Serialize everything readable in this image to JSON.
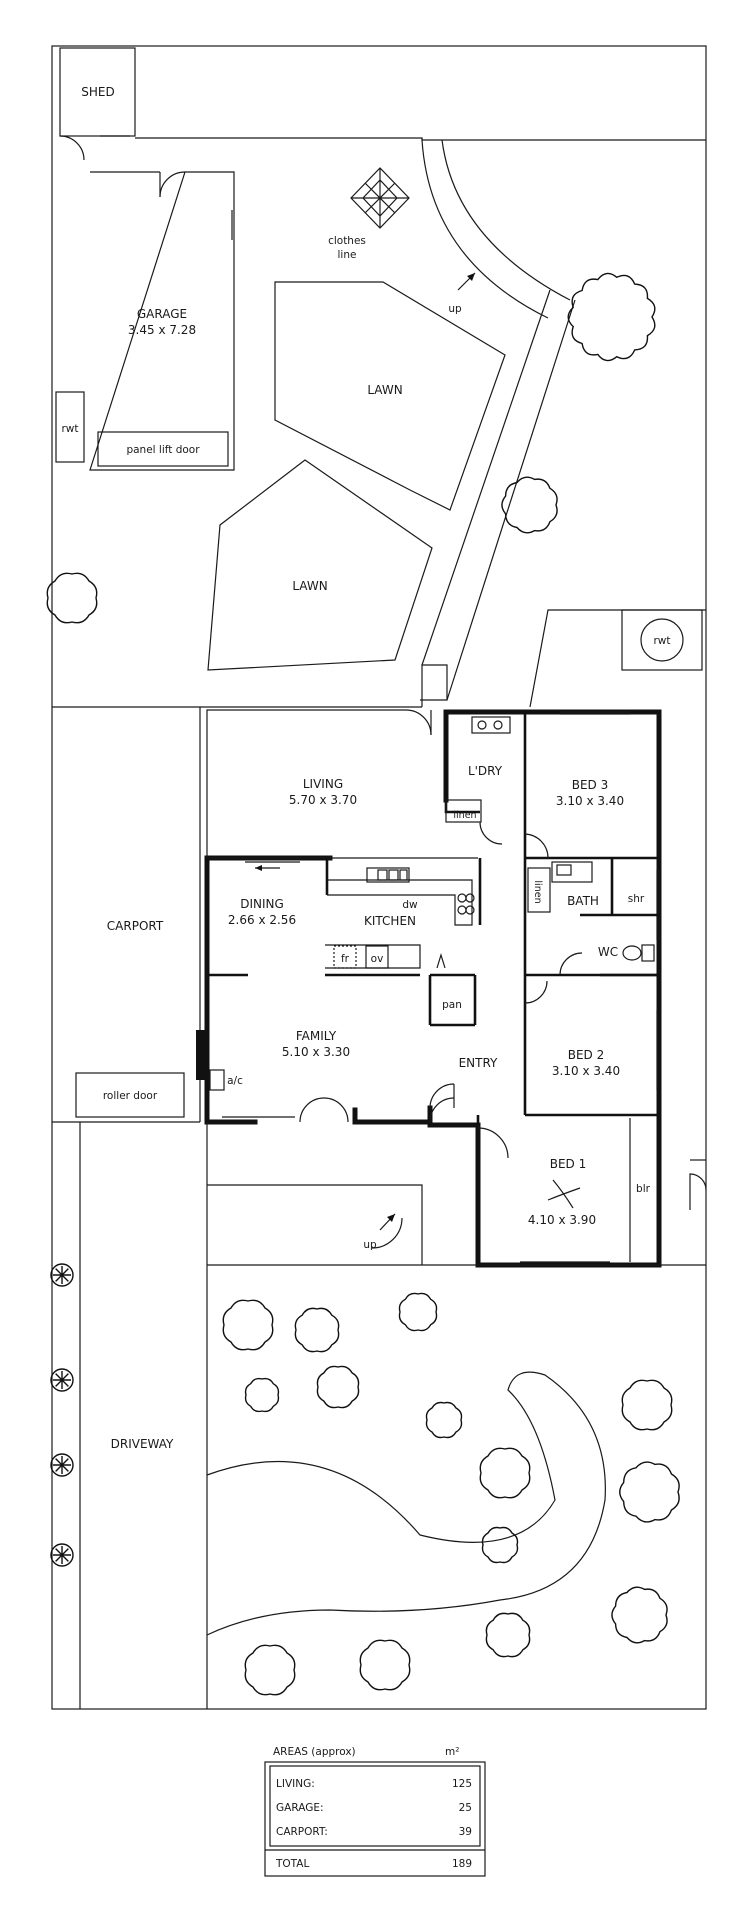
{
  "outbuildings": {
    "shed": "SHED",
    "garage": "GARAGE",
    "garage_dims": "3.45 x 7.28",
    "panel_lift_door": "panel lift door",
    "rwt_garage": "rwt",
    "rwt_yard": "rwt",
    "clothes_line_1": "clothes",
    "clothes_line_2": "line"
  },
  "yard": {
    "lawn_upper": "LAWN",
    "lawn_lower": "LAWN",
    "up_rear": "up",
    "up_front": "up",
    "carport": "CARPORT",
    "roller_door": "roller door",
    "driveway": "DRIVEWAY"
  },
  "rooms": {
    "living": "LIVING",
    "living_dims": "5.70 x 3.70",
    "laundry": "L'DRY",
    "linen_1": "linen",
    "linen_2": "linen",
    "bed3": "BED 3",
    "bed3_dims": "3.10 x 3.40",
    "dining": "DINING",
    "dining_dims": "2.66 x 2.56",
    "kitchen": "KITCHEN",
    "dw": "dw",
    "fr": "fr",
    "ov": "ov",
    "pan": "pan",
    "bath": "BATH",
    "shr": "shr",
    "wc": "WC",
    "family": "FAMILY",
    "family_dims": "5.10 x 3.30",
    "ac": "a/c",
    "entry": "ENTRY",
    "bed2": "BED 2",
    "bed2_dims": "3.10 x 3.40",
    "bed1": "BED 1",
    "bed1_dims": "4.10 x 3.90",
    "blr": "blr"
  },
  "areas_table": {
    "title": "AREAS (approx)",
    "unit": "m²",
    "rows": [
      {
        "label": "LIVING:",
        "value": "125"
      },
      {
        "label": "GARAGE:",
        "value": "25"
      },
      {
        "label": "CARPORT:",
        "value": "39"
      }
    ],
    "total_label": "TOTAL",
    "total_value": "189"
  }
}
